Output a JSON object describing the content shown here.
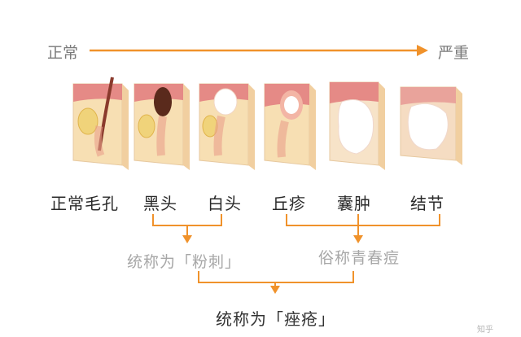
{
  "scale": {
    "left": "正常",
    "right": "严重",
    "arrow_color": "#f0922b"
  },
  "stages": [
    {
      "label": "正常毛孔"
    },
    {
      "label": "黑头"
    },
    {
      "label": "白头"
    },
    {
      "label": "丘疹"
    },
    {
      "label": "囊肿"
    },
    {
      "label": "结节"
    }
  ],
  "groups": {
    "left": "统称为「粉刺」",
    "right": "俗称青春痘",
    "final": "统称为「痤疮」"
  },
  "colors": {
    "accent": "#f0922b",
    "skin_top": "#e58a86",
    "skin_body": "#f7dfb3",
    "hair": "#8a3a2c",
    "pus": "#ffffff"
  },
  "watermark": "知乎"
}
